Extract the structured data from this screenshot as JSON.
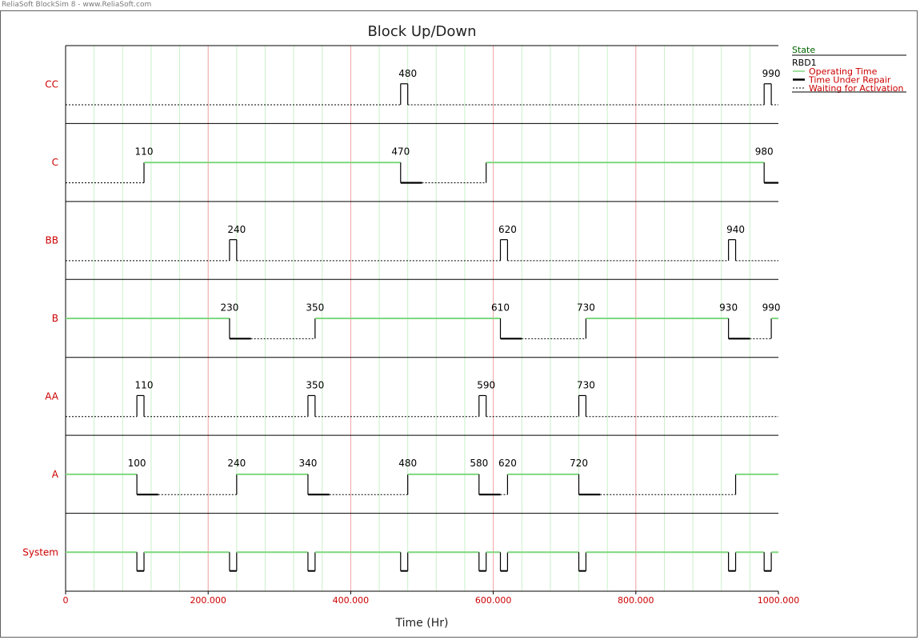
{
  "app": {
    "watermark": "ReliaSoft BlockSim 8 - www.ReliaSoft.com"
  },
  "legend": {
    "header": "State",
    "group": "RBD1",
    "items": [
      {
        "label": "Operating Time",
        "color": "#7fd87f",
        "style": "solid"
      },
      {
        "label": "Time Under Repair",
        "color": "#000000",
        "style": "thick"
      },
      {
        "label": "Waiting for Activation",
        "color": "#000000",
        "style": "dashed"
      }
    ]
  },
  "colors": {
    "red_text": "#cc0000",
    "green_header": "#006600",
    "operating": "#7fd87f",
    "grid_minor": "#c8f0c8",
    "grid_major": "#f0a0a0"
  },
  "chart_data": {
    "type": "gantt",
    "title": "Block Up/Down",
    "xlabel": "Time (Hr)",
    "xlim": [
      0,
      1000
    ],
    "xticks": [
      0,
      200,
      400,
      600,
      800,
      1000
    ],
    "xtick_labels": [
      "0",
      "200.000",
      "400.000",
      "600.000",
      "800.000",
      "1000.000"
    ],
    "minor_grid_step": 40,
    "rows": [
      {
        "name": "CC",
        "segments": [
          {
            "state": "waiting",
            "start": 0,
            "end": 470
          },
          {
            "state": "operating",
            "start": 470,
            "end": 480
          },
          {
            "state": "waiting",
            "start": 480,
            "end": 980
          },
          {
            "state": "operating",
            "start": 980,
            "end": 990
          },
          {
            "state": "waiting",
            "start": 990,
            "end": 1000
          }
        ],
        "labels": [
          {
            "text": "480",
            "x": 480
          },
          {
            "text": "990",
            "x": 990
          }
        ]
      },
      {
        "name": "C",
        "segments": [
          {
            "state": "waiting",
            "start": 0,
            "end": 110
          },
          {
            "state": "operating",
            "start": 110,
            "end": 470
          },
          {
            "state": "repair",
            "start": 470,
            "end": 500
          },
          {
            "state": "waiting",
            "start": 500,
            "end": 590
          },
          {
            "state": "operating",
            "start": 590,
            "end": 980
          },
          {
            "state": "repair",
            "start": 980,
            "end": 1000
          }
        ],
        "labels": [
          {
            "text": "110",
            "x": 110
          },
          {
            "text": "470",
            "x": 470
          },
          {
            "text": "980",
            "x": 980
          }
        ]
      },
      {
        "name": "BB",
        "segments": [
          {
            "state": "waiting",
            "start": 0,
            "end": 230
          },
          {
            "state": "operating",
            "start": 230,
            "end": 240
          },
          {
            "state": "waiting",
            "start": 240,
            "end": 610
          },
          {
            "state": "operating",
            "start": 610,
            "end": 620
          },
          {
            "state": "waiting",
            "start": 620,
            "end": 930
          },
          {
            "state": "operating",
            "start": 930,
            "end": 940
          },
          {
            "state": "waiting",
            "start": 940,
            "end": 1000
          }
        ],
        "labels": [
          {
            "text": "240",
            "x": 240
          },
          {
            "text": "620",
            "x": 620
          },
          {
            "text": "940",
            "x": 940
          }
        ]
      },
      {
        "name": "B",
        "segments": [
          {
            "state": "operating",
            "start": 0,
            "end": 230
          },
          {
            "state": "repair",
            "start": 230,
            "end": 260
          },
          {
            "state": "waiting",
            "start": 260,
            "end": 350
          },
          {
            "state": "operating",
            "start": 350,
            "end": 610
          },
          {
            "state": "repair",
            "start": 610,
            "end": 640
          },
          {
            "state": "waiting",
            "start": 640,
            "end": 730
          },
          {
            "state": "operating",
            "start": 730,
            "end": 930
          },
          {
            "state": "repair",
            "start": 930,
            "end": 960
          },
          {
            "state": "waiting",
            "start": 960,
            "end": 990
          },
          {
            "state": "operating",
            "start": 990,
            "end": 1000
          }
        ],
        "labels": [
          {
            "text": "230",
            "x": 230
          },
          {
            "text": "350",
            "x": 350
          },
          {
            "text": "610",
            "x": 610
          },
          {
            "text": "730",
            "x": 730
          },
          {
            "text": "930",
            "x": 930
          },
          {
            "text": "990",
            "x": 990
          }
        ]
      },
      {
        "name": "AA",
        "segments": [
          {
            "state": "waiting",
            "start": 0,
            "end": 100
          },
          {
            "state": "operating",
            "start": 100,
            "end": 110
          },
          {
            "state": "waiting",
            "start": 110,
            "end": 340
          },
          {
            "state": "operating",
            "start": 340,
            "end": 350
          },
          {
            "state": "waiting",
            "start": 350,
            "end": 580
          },
          {
            "state": "operating",
            "start": 580,
            "end": 590
          },
          {
            "state": "waiting",
            "start": 590,
            "end": 720
          },
          {
            "state": "operating",
            "start": 720,
            "end": 730
          },
          {
            "state": "waiting",
            "start": 730,
            "end": 1000
          }
        ],
        "labels": [
          {
            "text": "110",
            "x": 110
          },
          {
            "text": "350",
            "x": 350
          },
          {
            "text": "590",
            "x": 590
          },
          {
            "text": "730",
            "x": 730
          }
        ]
      },
      {
        "name": "A",
        "segments": [
          {
            "state": "operating",
            "start": 0,
            "end": 100
          },
          {
            "state": "repair",
            "start": 100,
            "end": 130
          },
          {
            "state": "waiting",
            "start": 130,
            "end": 240
          },
          {
            "state": "operating",
            "start": 240,
            "end": 340
          },
          {
            "state": "repair",
            "start": 340,
            "end": 370
          },
          {
            "state": "waiting",
            "start": 370,
            "end": 480
          },
          {
            "state": "operating",
            "start": 480,
            "end": 580
          },
          {
            "state": "repair",
            "start": 580,
            "end": 610
          },
          {
            "state": "waiting",
            "start": 610,
            "end": 620
          },
          {
            "state": "operating",
            "start": 620,
            "end": 720
          },
          {
            "state": "repair",
            "start": 720,
            "end": 750
          },
          {
            "state": "waiting",
            "start": 750,
            "end": 940
          },
          {
            "state": "operating",
            "start": 940,
            "end": 1000
          }
        ],
        "labels": [
          {
            "text": "100",
            "x": 100
          },
          {
            "text": "240",
            "x": 240
          },
          {
            "text": "340",
            "x": 340
          },
          {
            "text": "480",
            "x": 480
          },
          {
            "text": "580",
            "x": 580
          },
          {
            "text": "620",
            "x": 620
          },
          {
            "text": "720",
            "x": 720
          }
        ]
      },
      {
        "name": "System",
        "segments": [
          {
            "state": "operating",
            "start": 0,
            "end": 100
          },
          {
            "state": "down",
            "start": 100,
            "end": 110
          },
          {
            "state": "operating",
            "start": 110,
            "end": 230
          },
          {
            "state": "down",
            "start": 230,
            "end": 240
          },
          {
            "state": "operating",
            "start": 240,
            "end": 340
          },
          {
            "state": "down",
            "start": 340,
            "end": 350
          },
          {
            "state": "operating",
            "start": 350,
            "end": 470
          },
          {
            "state": "down",
            "start": 470,
            "end": 480
          },
          {
            "state": "operating",
            "start": 480,
            "end": 580
          },
          {
            "state": "down",
            "start": 580,
            "end": 590
          },
          {
            "state": "operating",
            "start": 590,
            "end": 610
          },
          {
            "state": "down",
            "start": 610,
            "end": 620
          },
          {
            "state": "operating",
            "start": 620,
            "end": 720
          },
          {
            "state": "down",
            "start": 720,
            "end": 730
          },
          {
            "state": "operating",
            "start": 730,
            "end": 930
          },
          {
            "state": "down",
            "start": 930,
            "end": 940
          },
          {
            "state": "operating",
            "start": 940,
            "end": 980
          },
          {
            "state": "down",
            "start": 980,
            "end": 990
          },
          {
            "state": "operating",
            "start": 990,
            "end": 1000
          }
        ],
        "labels": []
      }
    ]
  }
}
